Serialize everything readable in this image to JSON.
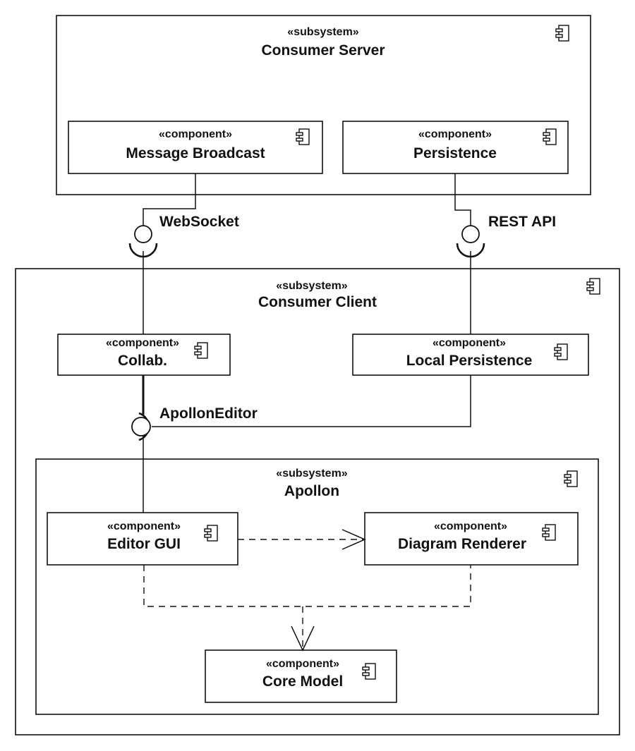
{
  "stereotypes": {
    "subsystem": "«subsystem»",
    "component": "«component»"
  },
  "subsystems": {
    "consumer_server": "Consumer Server",
    "consumer_client": "Consumer Client",
    "apollon": "Apollon"
  },
  "components": {
    "message_broadcast": "Message Broadcast",
    "persistence": "Persistence",
    "collab": "Collab.",
    "local_persistence": "Local Persistence",
    "editor_gui": "Editor GUI",
    "diagram_renderer": "Diagram Renderer",
    "core_model": "Core Model"
  },
  "interfaces": {
    "websocket": "WebSocket",
    "rest_api": "REST API",
    "apollon_editor": "ApollonEditor"
  },
  "icons": {
    "component_icon": "uml-component-icon"
  },
  "colors": {
    "stroke": "#111111",
    "background": "#ffffff"
  }
}
